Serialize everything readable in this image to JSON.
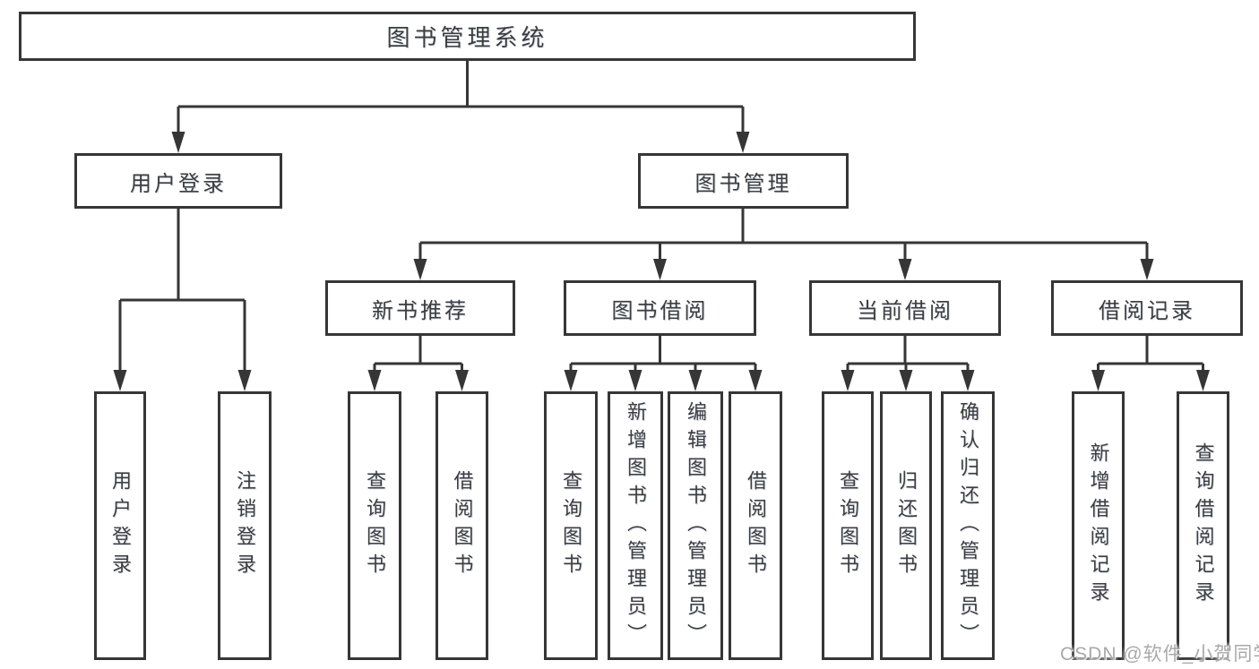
{
  "colors": {
    "line": "#363636",
    "box_border": "#363636",
    "text": "#3d3d3d",
    "watermark_text": "#a9a9a9",
    "background": "#ffffff"
  },
  "watermark": {
    "text": "CSDN @软件_小贺同学"
  },
  "diagram": {
    "root": {
      "label": "图书管理系统"
    },
    "branches": [
      {
        "label": "用户登录",
        "children": [
          {
            "label": "用户登录"
          },
          {
            "label": "注销登录"
          }
        ]
      },
      {
        "label": "图书管理",
        "children": [
          {
            "label": "新书推荐",
            "children": [
              {
                "label": "查询图书"
              },
              {
                "label": "借阅图书"
              }
            ]
          },
          {
            "label": "图书借阅",
            "children": [
              {
                "label": "查询图书"
              },
              {
                "label": "新增图书（管理员）"
              },
              {
                "label": "编辑图书（管理员）"
              },
              {
                "label": "借阅图书"
              }
            ]
          },
          {
            "label": "当前借阅",
            "children": [
              {
                "label": "查询图书"
              },
              {
                "label": "归还图书"
              },
              {
                "label": "确认归还（管理员）"
              }
            ]
          },
          {
            "label": "借阅记录",
            "children": [
              {
                "label": "新增借阅记录"
              },
              {
                "label": "查询借阅记录"
              }
            ]
          }
        ]
      }
    ]
  }
}
